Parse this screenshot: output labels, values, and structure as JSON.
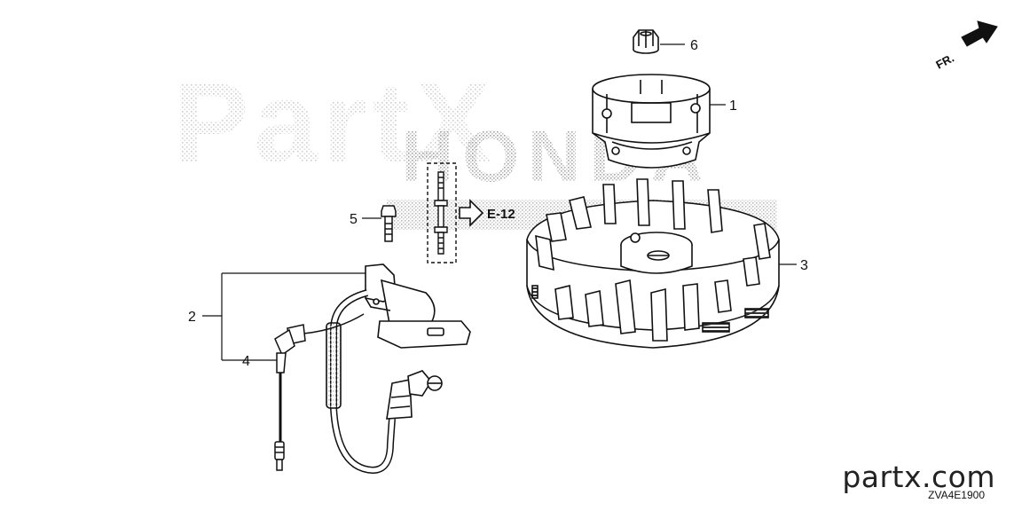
{
  "diagram": {
    "callouts": {
      "part_1": "1",
      "part_2": "2",
      "part_3": "3",
      "part_4": "4",
      "part_5": "5",
      "part_6": "6"
    },
    "reference": "E-12",
    "direction": "FR.",
    "site": "partx.com",
    "diagram_code": "ZVA4E1900",
    "watermark_brand": "PartX",
    "watermark_make": "HONDA"
  }
}
